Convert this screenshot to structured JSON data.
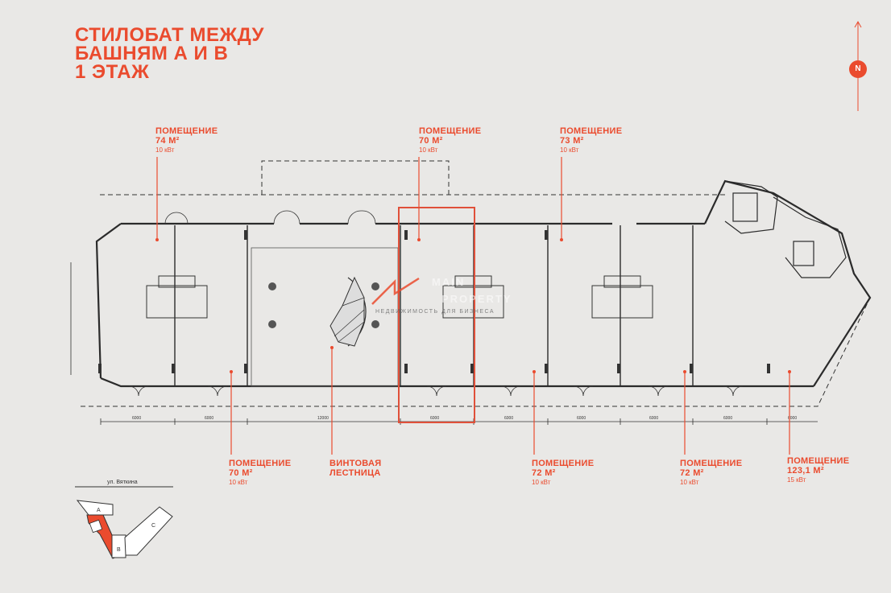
{
  "title": {
    "line1": "СТИЛОБАТ МЕЖДУ",
    "line2": "БАШНЯМ А И В",
    "line3": "1 ЭТАЖ"
  },
  "compass": {
    "label": "N"
  },
  "rooms_top": [
    {
      "name": "ПОМЕЩЕНИЕ",
      "area": "74 М²",
      "power": "10 кВт"
    },
    {
      "name": "ПОМЕЩЕНИЕ",
      "area": "70 М²",
      "power": "10 кВт"
    },
    {
      "name": "ПОМЕЩЕНИЕ",
      "area": "73 М²",
      "power": "10 кВт"
    }
  ],
  "rooms_bottom": [
    {
      "name": "ПОМЕЩЕНИЕ",
      "area": "70 М²",
      "power": "10 кВт"
    },
    {
      "name": "ПОМЕЩЕНИЕ",
      "area": "72 М²",
      "power": "10 кВт"
    },
    {
      "name": "ПОМЕЩЕНИЕ",
      "area": "72 М²",
      "power": "10 кВт"
    },
    {
      "name": "ПОМЕЩЕНИЕ",
      "area": "123,1 М²",
      "power": "15 кВт"
    }
  ],
  "stair": {
    "line1": "ВИНТОВАЯ",
    "line2": "ЛЕСТНИЦА"
  },
  "street": "ул. Вяткина",
  "keyplan": {
    "a": "A",
    "b": "B",
    "c": "C"
  },
  "watermark": {
    "brand1": "MAIN",
    "brand2": "PROPERTY",
    "tagline": "НЕДВИЖИМОСТЬ ДЛЯ БИЗНЕСА"
  },
  "dims": [
    "6000",
    "6000",
    "12000",
    "6000",
    "6000",
    "6000",
    "6000",
    "6000",
    "6000"
  ],
  "colors": {
    "accent": "#ea4b2e",
    "background": "#e9e8e6",
    "lines": "#2b2b2b"
  }
}
